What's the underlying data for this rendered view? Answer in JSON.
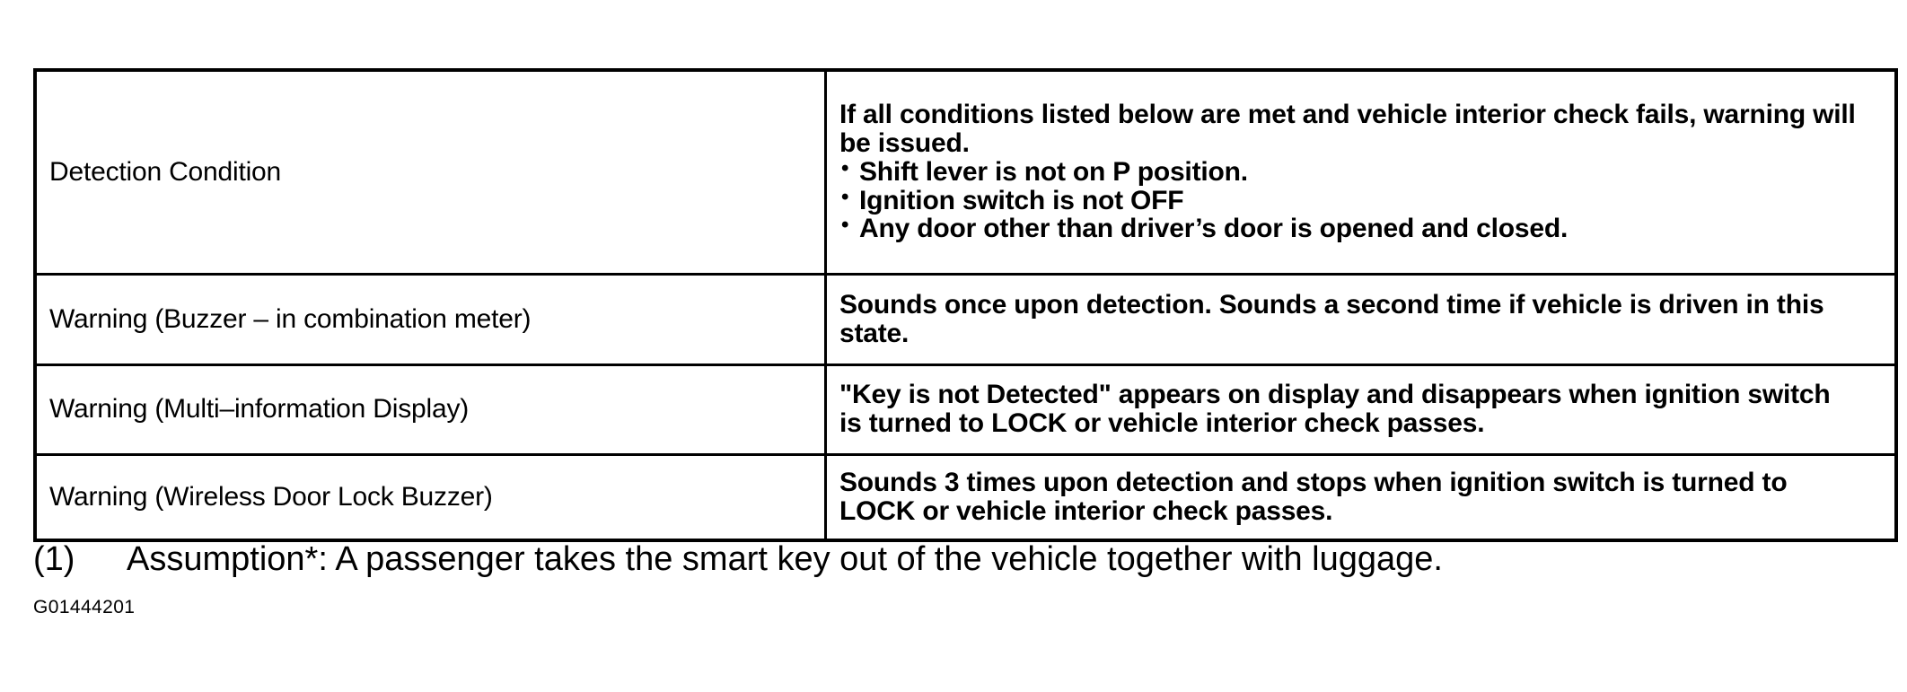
{
  "document": {
    "figure_id": "G01444201",
    "caption": {
      "number": "(1)",
      "text": "Assumption*: A passenger takes the smart key out of the vehicle together with luggage."
    }
  },
  "table": {
    "rows": [
      {
        "label": "Detection Condition",
        "value_lines": [
          "If all conditions listed below are met and vehicle interior check fails, warning will",
          "be issued."
        ],
        "bullets": [
          "Shift lever is not on P position.",
          "Ignition switch is not OFF",
          "Any door other than driver’s door is opened and closed."
        ]
      },
      {
        "label": "Warning (Buzzer – in combination meter)",
        "value_lines": [
          "Sounds once upon detection. Sounds a second time if vehicle is driven in this",
          "state."
        ],
        "bullets": []
      },
      {
        "label": "Warning (Multi–information Display)",
        "value_lines": [
          "\"Key is not Detected\" appears on display and disappears when ignition switch",
          "is turned to LOCK or vehicle interior check passes."
        ],
        "bullets": []
      },
      {
        "label": "Warning (Wireless Door Lock Buzzer)",
        "value_lines": [
          "Sounds 3 times upon detection and stops when ignition switch is turned to",
          "LOCK or vehicle interior check passes."
        ],
        "bullets": []
      }
    ]
  },
  "colors": {
    "background": "#ffffff",
    "text": "#000000",
    "border": "#000000"
  }
}
